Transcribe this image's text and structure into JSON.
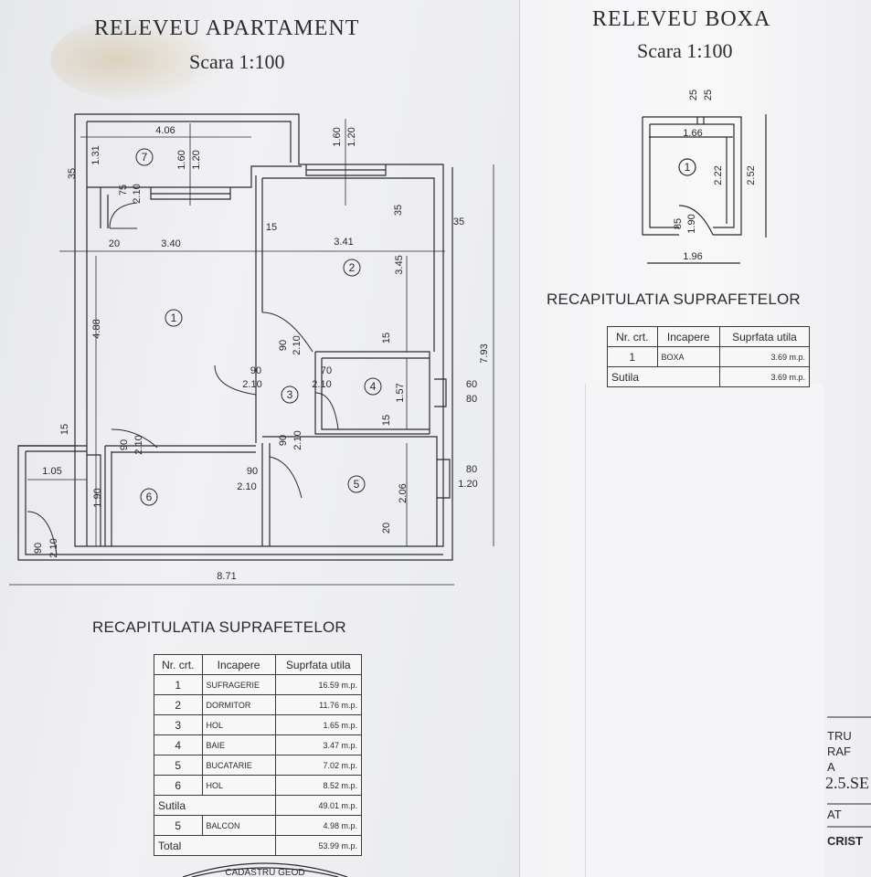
{
  "apartment": {
    "title": "RELEVEU APARTAMENT",
    "scale": "Scara 1:100",
    "rooms": [
      "1",
      "2",
      "3",
      "4",
      "5",
      "6",
      "7"
    ],
    "dimensions": {
      "d406": "4.06",
      "d131": "1.31",
      "d35a": "35",
      "d160a": "1.60",
      "d120a": "1.20",
      "d75": "75",
      "d210a": "2.10",
      "d160b": "1.60",
      "d120b": "1.20",
      "d35b": "35",
      "d15a": "15",
      "d35c": "35",
      "d20a": "20",
      "d340": "3.40",
      "d341": "3.41",
      "d345": "3.45",
      "d488": "4.88",
      "d90a": "90",
      "d210b": "2.10",
      "d15b": "15",
      "d90b": "90",
      "d210c": "2.10",
      "d70": "70",
      "d210d": "2.10",
      "d157": "1.57",
      "d15c": "15",
      "d60": "60",
      "d80a": "80",
      "d793": "7.93",
      "d15d": "15",
      "d90c": "90",
      "d210e": "2.10",
      "d90d": "90",
      "d210f": "2.10",
      "d105": "1.05",
      "d90e": "90",
      "d210g": "2.10",
      "d80b": "80",
      "d120c": "1.20",
      "d190": "1.90",
      "d206": "2.06",
      "d20b": "20",
      "d90f": "90",
      "d210h": "2.10",
      "d871": "8.71"
    }
  },
  "apartment_recap": {
    "heading": "RECAPITULATIA SUPRAFETELOR",
    "headers": [
      "Nr. crt.",
      "Incapere",
      "Suprfata utila"
    ],
    "rows": [
      {
        "nr": "1",
        "name": "SUFRAGERIE",
        "area": "16.59 m.p."
      },
      {
        "nr": "2",
        "name": "DORMITOR",
        "area": "11.76 m.p."
      },
      {
        "nr": "3",
        "name": "HOL",
        "area": "1.65 m.p."
      },
      {
        "nr": "4",
        "name": "BAIE",
        "area": "3.47 m.p."
      },
      {
        "nr": "5",
        "name": "BUCATARIE",
        "area": "7.02 m.p."
      },
      {
        "nr": "6",
        "name": "HOL",
        "area": "8.52 m.p."
      }
    ],
    "sutila_label": "Sutila",
    "sutila_value": "49.01 m.p.",
    "balcon": {
      "nr": "5",
      "name": "BALCON",
      "area": "4.98 m.p."
    },
    "total_label": "Total",
    "total_value": "53.99 m.p."
  },
  "boxa": {
    "title": "RELEVEU BOXA",
    "scale": "Scara 1:100",
    "room": "1",
    "dimensions": {
      "d25a": "25",
      "d25b": "25",
      "d166": "1.66",
      "d222": "2.22",
      "d252": "2.52",
      "d85": "85",
      "d190": "1.90",
      "d196": "1.96"
    }
  },
  "boxa_recap": {
    "heading": "RECAPITULATIA SUPRAFETELOR",
    "headers": [
      "Nr. crt.",
      "Incapere",
      "Suprfata utila"
    ],
    "rows": [
      {
        "nr": "1",
        "name": "BOXA",
        "area": "3.69 m.p."
      }
    ],
    "sutila_label": "Sutila",
    "sutila_value": "3.69 m.p."
  },
  "stamp": {
    "text": "CADASTRU GEOD",
    "frag1": "TRU",
    "frag2": "RAF",
    "frag3": "A",
    "frag4": "2.5.SE",
    "frag5": "AT",
    "frag6": "CRIST"
  },
  "colors": {
    "ink": "#2a2a2e",
    "paper": "#f1f1f3",
    "stain": "#beA064"
  }
}
